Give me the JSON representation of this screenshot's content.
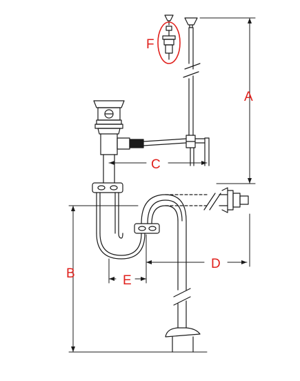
{
  "colors": {
    "line": "#1a1a1a",
    "label": "#e0201c",
    "callout": "#e0201c"
  },
  "labels": {
    "a": "A",
    "b": "B",
    "c": "C",
    "d": "D",
    "e": "E",
    "f": "F"
  }
}
